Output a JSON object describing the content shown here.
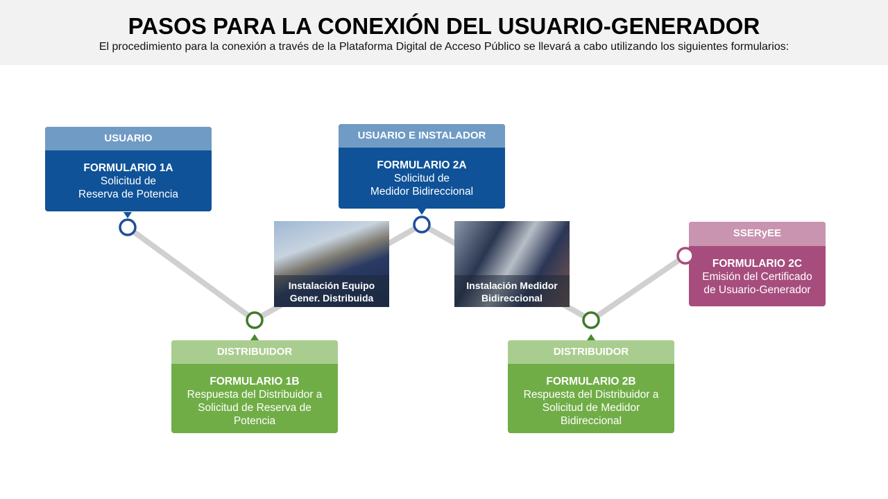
{
  "header": {
    "title": "PASOS PARA LA CONEXIÓN DEL USUARIO-GENERADOR",
    "subtitle": "El procedimiento para la conexión a través de la Plataforma Digital de Acceso Público se llevará a cabo utilizando los siguientes formularios:"
  },
  "steps": [
    {
      "role": "USUARIO",
      "form": "FORMULARIO 1A",
      "desc1": "Solicitud de",
      "desc2": "Reserva de Potencia",
      "desc3": ""
    },
    {
      "role": "DISTRIBUIDOR",
      "form": "FORMULARIO 1B",
      "desc1": "Respuesta del Distribuidor a",
      "desc2": "Solicitud de Reserva de",
      "desc3": "Potencia"
    },
    {
      "role": "USUARIO E INSTALADOR",
      "form": "FORMULARIO 2A",
      "desc1": "Solicitud de",
      "desc2": "Medidor Bidireccional",
      "desc3": ""
    },
    {
      "role": "DISTRIBUIDOR",
      "form": "FORMULARIO 2B",
      "desc1": "Respuesta del Distribuidor a",
      "desc2": "Solicitud de Medidor",
      "desc3": "Bidireccional"
    },
    {
      "role": "SSERyEE",
      "form": "FORMULARIO 2C",
      "desc1": "Emisión del Certificado",
      "desc2": "de Usuario-Generador",
      "desc3": ""
    }
  ],
  "photos": [
    {
      "line1": "Instalación Equipo",
      "line2": "Gener. Distribuida"
    },
    {
      "line1": "Instalación Medidor",
      "line2": "Bidireccional"
    }
  ],
  "colors": {
    "blue_head": "#6f9bc4",
    "blue_body": "#0f5298",
    "green_head": "#a9cd8f",
    "green_body": "#70ad47",
    "pink_head": "#c994b0",
    "pink_body": "#a64d7d",
    "line": "#d0d0d0"
  }
}
